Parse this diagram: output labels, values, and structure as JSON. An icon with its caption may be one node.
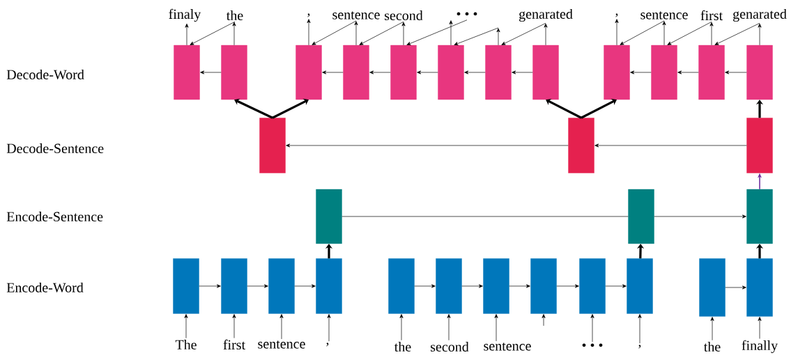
{
  "diagram": {
    "nodes": [
      {
        "text": [
          "finaly"
        ]
      },
      {
        "text": [
          "the"
        ]
      },
      {
        "text": [
          ","
        ]
      },
      {
        "text": [
          "sentence"
        ]
      },
      {
        "text": [
          "second"
        ]
      },
      {
        "text": [
          "• • •"
        ]
      },
      {
        "text": [
          "genarated"
        ]
      },
      {
        "text": [
          ","
        ]
      },
      {
        "text": [
          "sentence"
        ]
      },
      {
        "text": [
          "first"
        ]
      },
      {
        "text": [
          "genarated"
        ]
      },
      {
        "text": [],
        "shape": "box"
      },
      {
        "text": [],
        "shape": "box"
      },
      {
        "text": [],
        "shape": "box"
      },
      {
        "text": [],
        "shape": "box"
      },
      {
        "text": [],
        "shape": "box"
      },
      {
        "text": [],
        "shape": "box"
      },
      {
        "text": [],
        "shape": "box"
      },
      {
        "text": [],
        "shape": "box"
      },
      {
        "text": [],
        "shape": "box"
      },
      {
        "text": [],
        "shape": "box"
      },
      {
        "text": [],
        "shape": "box"
      },
      {
        "text": [],
        "shape": "box"
      },
      {
        "text": [],
        "shape": "box"
      },
      {
        "text": [],
        "shape": "box"
      },
      {
        "text": [],
        "shape": "box"
      },
      {
        "text": [],
        "shape": "box"
      },
      {
        "text": [],
        "shape": "box"
      },
      {
        "text": [],
        "shape": "box"
      },
      {
        "text": [],
        "shape": "box"
      },
      {
        "text": [],
        "shape": "box"
      },
      {
        "text": [],
        "shape": "box"
      },
      {
        "text": [],
        "shape": "box"
      },
      {
        "text": [],
        "shape": "box"
      },
      {
        "text": [],
        "shape": "box"
      },
      {
        "text": [],
        "shape": "box"
      },
      {
        "text": [],
        "shape": "box"
      },
      {
        "text": [],
        "shape": "box"
      },
      {
        "text": [],
        "shape": "box"
      },
      {
        "text": [],
        "shape": "box"
      },
      {
        "text": [],
        "shape": "box"
      },
      {
        "text": [
          "The"
        ]
      },
      {
        "text": [
          "first"
        ]
      },
      {
        "text": [
          "sentence"
        ]
      },
      {
        "text": [
          ","
        ]
      },
      {
        "text": [
          "the"
        ]
      },
      {
        "text": [
          "second"
        ]
      },
      {
        "text": [
          "sentence"
        ]
      },
      {
        "text": [
          "• • •"
        ]
      },
      {
        "text": [
          ","
        ]
      },
      {
        "text": [
          "the"
        ]
      },
      {
        "text": [
          "finally"
        ]
      }
    ],
    "edges": [
      {
        "from": 11,
        "to": 0,
        "arrow": "to"
      },
      {
        "from": 12,
        "to": 1,
        "arrow": "to"
      },
      {
        "from": 13,
        "to": 2,
        "arrow": "to"
      },
      {
        "from": 14,
        "to": 3,
        "arrow": "to"
      },
      {
        "from": 15,
        "to": 4,
        "arrow": "to"
      },
      {
        "from": 16,
        "to": 5,
        "arrow": "to"
      },
      {
        "from": 17,
        "to": null,
        "arrow": "to"
      },
      {
        "from": 18,
        "to": 6,
        "arrow": "to"
      },
      {
        "from": 19,
        "to": 7,
        "arrow": "to"
      },
      {
        "from": 20,
        "to": 8,
        "arrow": "to"
      },
      {
        "from": 21,
        "to": 9,
        "arrow": "to"
      },
      {
        "from": 22,
        "to": 10,
        "arrow": "to"
      },
      {
        "from": 1,
        "to": 11,
        "arrow": "to"
      },
      {
        "from": 3,
        "to": 13,
        "arrow": "to"
      },
      {
        "from": 4,
        "to": 14,
        "arrow": "to"
      },
      {
        "from": 5,
        "to": 15,
        "arrow": "to"
      },
      {
        "from": null,
        "to": 16,
        "arrow": "to"
      },
      {
        "from": 6,
        "to": 17,
        "arrow": "to"
      },
      {
        "from": 8,
        "to": 19,
        "arrow": "to"
      },
      {
        "from": 9,
        "to": 20,
        "arrow": "to"
      },
      {
        "from": 10,
        "to": 21,
        "arrow": "to"
      },
      {
        "from": 12,
        "to": 11,
        "arrow": "to"
      },
      {
        "from": 14,
        "to": 13,
        "arrow": "to"
      },
      {
        "from": 15,
        "to": 14,
        "arrow": "to"
      },
      {
        "from": 16,
        "to": 15,
        "arrow": "to"
      },
      {
        "from": 17,
        "to": 16,
        "arrow": "to"
      },
      {
        "from": 18,
        "to": 17,
        "arrow": "to"
      },
      {
        "from": 20,
        "to": 19,
        "arrow": "to"
      },
      {
        "from": 21,
        "to": 20,
        "arrow": "to"
      },
      {
        "from": 22,
        "to": 21,
        "arrow": "to"
      },
      {
        "from": 23,
        "to": 12,
        "arrow": "to",
        "style": "thick"
      },
      {
        "from": 23,
        "to": 13,
        "arrow": "to",
        "style": "thick"
      },
      {
        "from": 24,
        "to": 18,
        "arrow": "to",
        "style": "thick"
      },
      {
        "from": 24,
        "to": 19,
        "arrow": "to",
        "style": "thick"
      },
      {
        "from": 25,
        "to": 22,
        "arrow": "to",
        "style": "thick"
      },
      {
        "from": 25,
        "to": 24,
        "arrow": "to"
      },
      {
        "from": 24,
        "to": 23,
        "arrow": "to"
      },
      {
        "from": 28,
        "to": 25,
        "arrow": "to",
        "color": "#7030a0"
      },
      {
        "from": 26,
        "to": 27,
        "arrow": "none"
      },
      {
        "from": 27,
        "to": 28,
        "arrow": "to"
      },
      {
        "from": 32,
        "to": 26,
        "arrow": "to",
        "style": "thick"
      },
      {
        "from": 38,
        "to": 27,
        "arrow": "to",
        "style": "thick"
      },
      {
        "from": 40,
        "to": 28,
        "arrow": "to",
        "style": "thick"
      },
      {
        "from": 29,
        "to": 30,
        "arrow": "to"
      },
      {
        "from": 30,
        "to": 31,
        "arrow": "to"
      },
      {
        "from": 31,
        "to": 32,
        "arrow": "to"
      },
      {
        "from": 33,
        "to": 34,
        "arrow": "to"
      },
      {
        "from": 34,
        "to": 35,
        "arrow": "to"
      },
      {
        "from": 35,
        "to": 36,
        "arrow": "to"
      },
      {
        "from": 36,
        "to": 37,
        "arrow": "to"
      },
      {
        "from": 37,
        "to": 38,
        "arrow": "to"
      },
      {
        "from": 39,
        "to": 40,
        "arrow": "to"
      },
      {
        "from": 41,
        "to": 29,
        "arrow": "to"
      },
      {
        "from": 42,
        "to": 30,
        "arrow": "to"
      },
      {
        "from": 43,
        "to": 31,
        "arrow": "to"
      },
      {
        "from": 44,
        "to": 32,
        "arrow": "to"
      },
      {
        "from": 45,
        "to": 33,
        "arrow": "to"
      },
      {
        "from": 46,
        "to": 34,
        "arrow": "to"
      },
      {
        "from": 47,
        "to": 35,
        "arrow": "to"
      },
      {
        "from": null,
        "to": 36,
        "arrow": "to"
      },
      {
        "from": 48,
        "to": 37,
        "arrow": "to"
      },
      {
        "from": 49,
        "to": 38,
        "arrow": "to"
      },
      {
        "from": 50,
        "to": 39,
        "arrow": "to"
      },
      {
        "from": 51,
        "to": 40,
        "arrow": "to"
      }
    ],
    "labels": [
      "Decode-Word",
      "Decode-Sentence",
      "Encode-Sentence",
      "Encode-Word"
    ]
  }
}
